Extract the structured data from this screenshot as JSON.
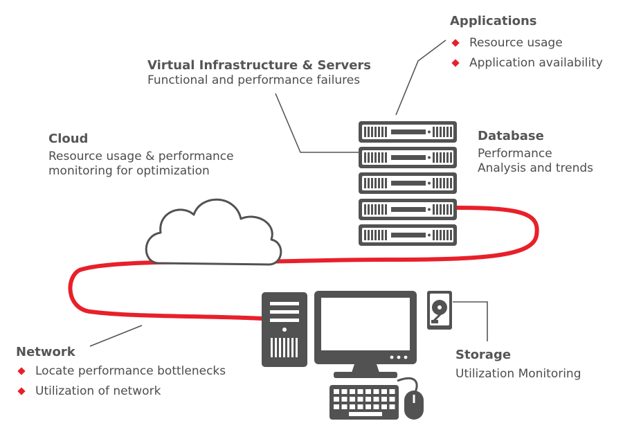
{
  "colors": {
    "accent": "#e8202a",
    "device": "#525252",
    "device_light": "#ffffff",
    "text": "#4d4d4d"
  },
  "applications": {
    "title": "Applications",
    "bullets": [
      "Resource usage",
      "Application availability"
    ]
  },
  "virtual_infrastructure": {
    "title": "Virtual Infrastructure & Servers",
    "description": "Functional and performance failures"
  },
  "cloud": {
    "title": "Cloud",
    "description": "Resource usage & performance\nmonitoring for optimization"
  },
  "database": {
    "title": "Database",
    "description": "Performance\nAnalysis and trends"
  },
  "network": {
    "title": "Network",
    "bullets": [
      "Locate performance bottlenecks",
      "Utilization of network"
    ]
  },
  "storage": {
    "title": "Storage",
    "description": "Utilization Monitoring"
  },
  "icons": [
    "server-rack-icon",
    "cloud-icon",
    "desktop-tower-icon",
    "monitor-icon",
    "hard-drive-icon",
    "keyboard-icon",
    "mouse-icon"
  ]
}
